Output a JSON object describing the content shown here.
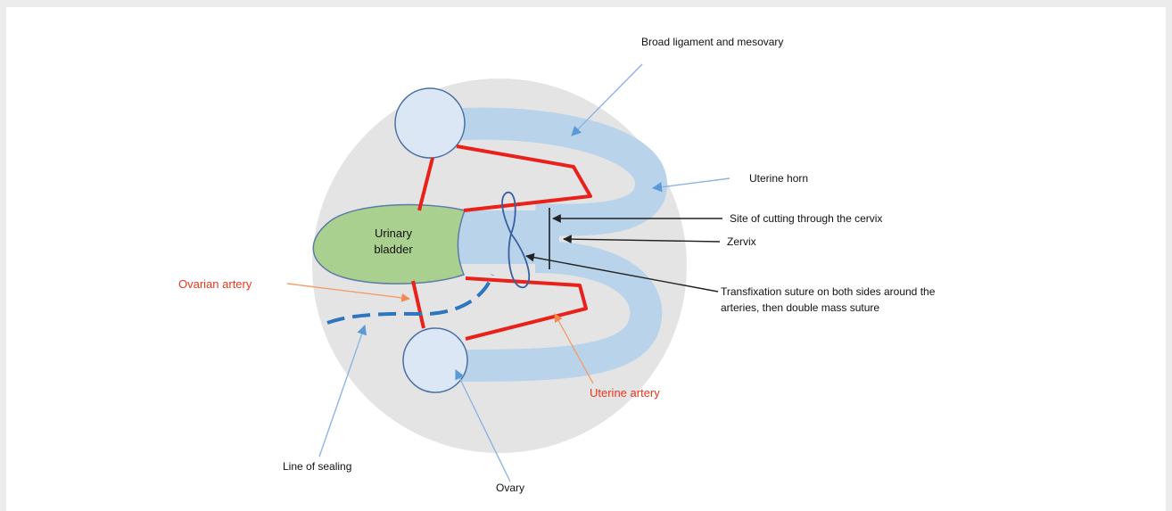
{
  "labels": {
    "broad_ligament": "Broad ligament and mesovary",
    "uterine_horn": "Uterine horn",
    "site_of_cutting": "Site of cutting through the cervix",
    "zervix": "Zervix",
    "transfixation_line1": "Transfixation suture on both sides around the",
    "transfixation_line2": "arteries, then double mass suture",
    "ovarian_artery": "Ovarian artery",
    "uterine_artery": "Uterine artery",
    "line_of_sealing": "Line of sealing",
    "ovary": "Ovary",
    "bladder_line1": "Urinary",
    "bladder_line2": "bladder"
  },
  "colors": {
    "background_outer": "#ececec",
    "background_inner": "#ffffff",
    "ligament_disc": "#e4e4e4",
    "uterus_blue": "#b9d3ea",
    "ovary_fill": "#dbe7f4",
    "ovary_stroke": "#4a6fa5",
    "bladder_fill": "#a9d08e",
    "bladder_stroke": "#5b7ba8",
    "artery_red": "#e8211b",
    "sealing_blue": "#2e75c0",
    "pointer_blue": "#8db4e2",
    "pointer_orange": "#f0a070",
    "label_red": "#e8361e",
    "text_dark": "#111111"
  }
}
